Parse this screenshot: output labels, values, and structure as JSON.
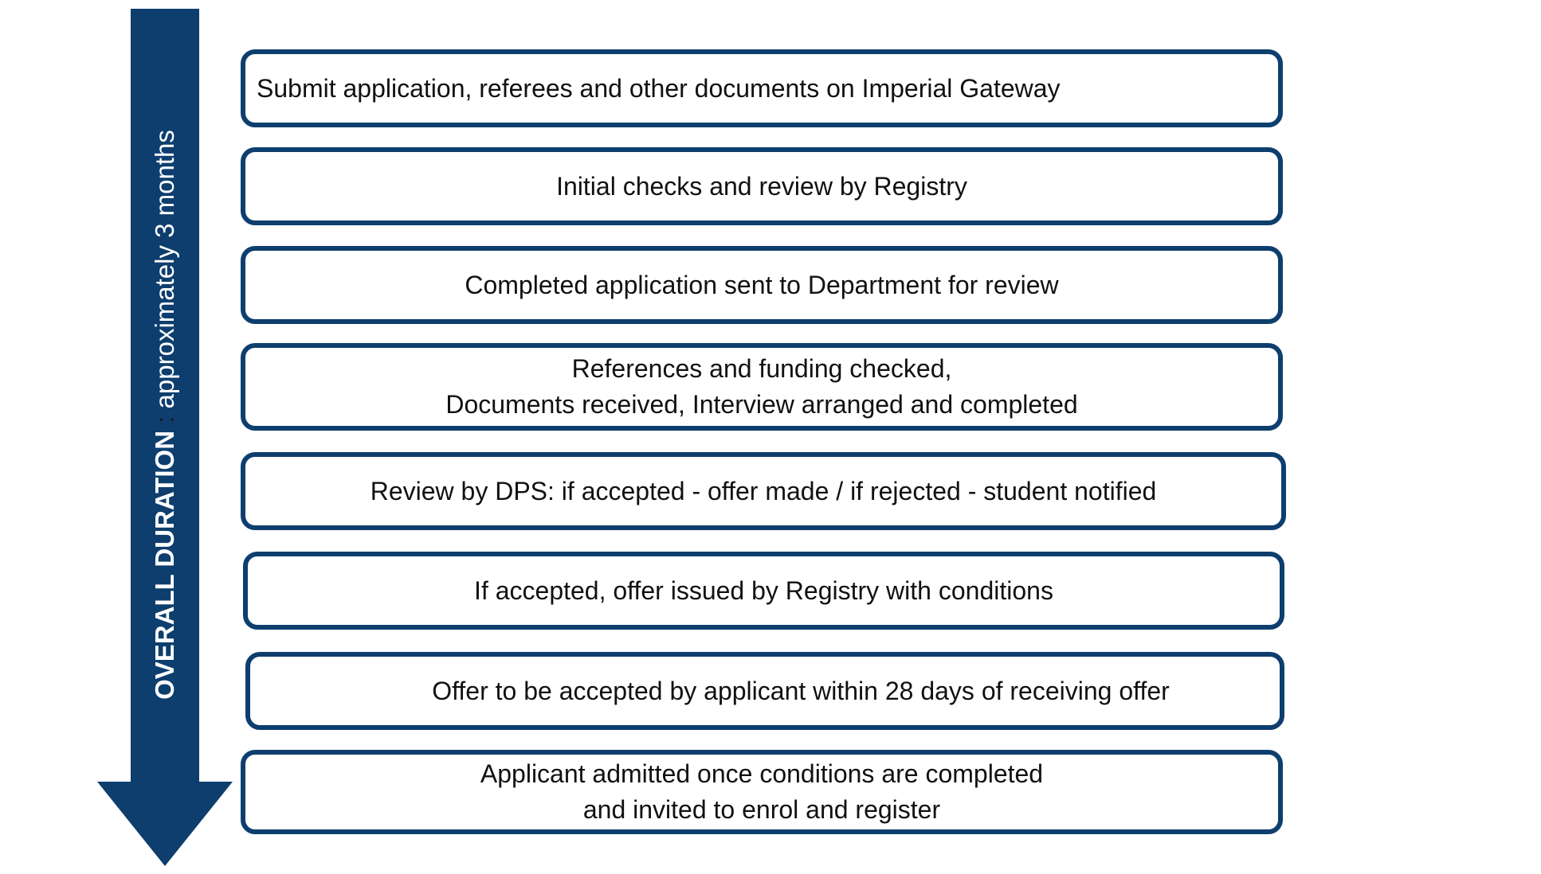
{
  "colors": {
    "arrow": "#0d3e6e",
    "box_border": "#0d3e6e"
  },
  "duration": {
    "bold": "OVERALL DURATION",
    "separator": " : ",
    "text": "approximately 3 months"
  },
  "steps": [
    {
      "lines": [
        "Submit application, referees and other documents on Imperial Gateway"
      ]
    },
    {
      "lines": [
        "Initial checks and review by Registry"
      ]
    },
    {
      "lines": [
        "Completed application sent to Department for review"
      ]
    },
    {
      "lines": [
        "References and funding checked,",
        "Documents received, Interview arranged and completed"
      ]
    },
    {
      "lines": [
        "Review by DPS: if accepted - offer made / if rejected - student notified"
      ]
    },
    {
      "lines": [
        "If accepted, offer issued by Registry with conditions"
      ]
    },
    {
      "lines": [
        "Offer to be accepted by applicant within 28 days of receiving offer"
      ]
    },
    {
      "lines": [
        "Applicant admitted once conditions are completed",
        "and invited to enrol and register"
      ]
    }
  ]
}
